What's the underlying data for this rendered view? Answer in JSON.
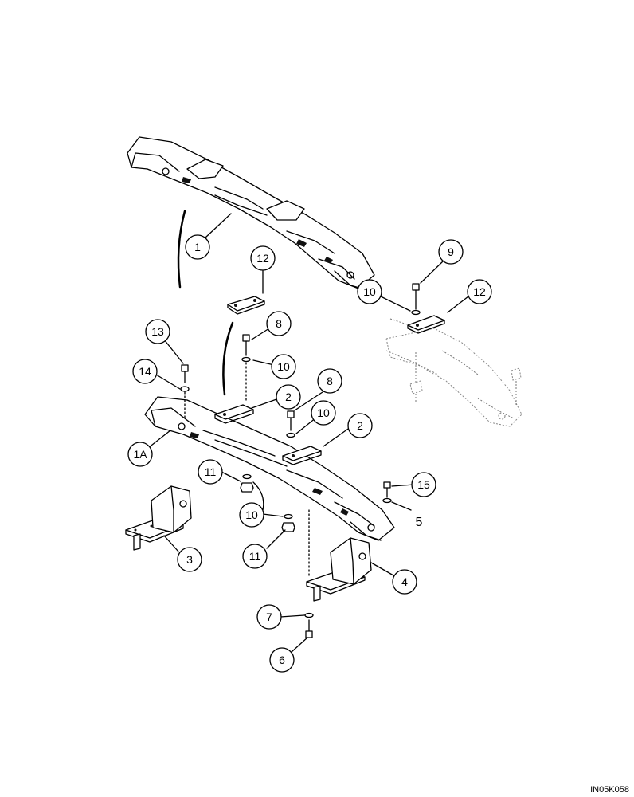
{
  "callouts": {
    "c1": "1",
    "c12a": "12",
    "c9": "9",
    "c10a": "10",
    "c12b": "12",
    "c8a": "8",
    "c13": "13",
    "c10b": "10",
    "c14": "14",
    "c8b": "8",
    "c2a": "2",
    "c10c": "10",
    "c1A": "1A",
    "c2b": "2",
    "c11a": "11",
    "c15": "15",
    "c5": "5",
    "c10d": "10",
    "c3": "3",
    "c11b": "11",
    "c4": "4",
    "c7": "7",
    "c6": "6"
  },
  "figure_code": "IN05K058"
}
